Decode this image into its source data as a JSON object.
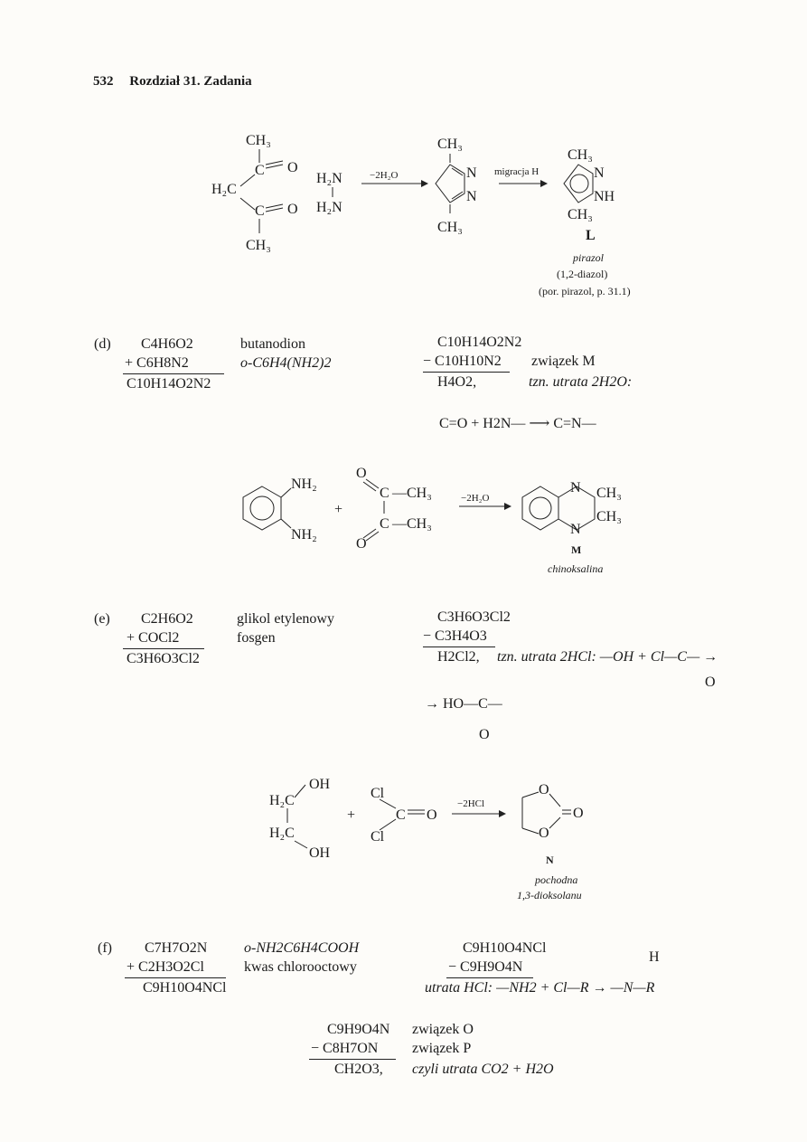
{
  "header": {
    "page_number": "532",
    "chapter": "Rozdział 31. Zadania"
  },
  "scheme1": {
    "reagent_ch3_top": "CH3",
    "reagent_h2c": "H2C",
    "reagent_o1": "O",
    "reagent_o2": "O",
    "reagent_ch3_bottom": "CH3",
    "hydrazine_top": "H2N",
    "hydrazine_bottom": "H2N",
    "arrow_label": "−2H2O",
    "migration_label": "migracja H",
    "compound_label": "L",
    "name": "pirazol",
    "name_alt": "(1,2-diazol)",
    "ref": "(por. pirazol, p. 31.1)"
  },
  "section_d": {
    "label": "(d)",
    "formulas": [
      "C4H6O2",
      "+ C6H8N2",
      "C10H14O2N2"
    ],
    "names": [
      "butanodion",
      "o-C6H4(NH2)2"
    ],
    "diff": [
      "C10H14O2N2",
      "− C10H10N2",
      "H4O2,"
    ],
    "compound_note": "związek M",
    "loss_note": "tzn. utrata 2H2O:",
    "condensation": "C=O + H2N— ⟶ C=N—",
    "arrow_label": "−2H2O",
    "compound_label": "M",
    "name": "chinoksalina"
  },
  "section_e": {
    "label": "(e)",
    "formulas": [
      "C2H6O2",
      "+ COCl2",
      "C3H6O3Cl2"
    ],
    "names": [
      "glikol etylenowy",
      "fosgen"
    ],
    "diff": [
      "C3H6O3Cl2",
      "− C3H4O3",
      "H2Cl2,"
    ],
    "loss_note": "tzn. utrata 2HCl: —OH + Cl—C— →",
    "carbonyl_o": "O",
    "product_line": "→ HO—C—",
    "arrow_label": "−2HCl",
    "compound_label": "N",
    "name": "pochodna",
    "name2": "1,3-dioksolanu"
  },
  "section_f": {
    "label": "(f)",
    "formulas": [
      "C7H7O2N",
      "+ C2H3O2Cl",
      "C9H10O4NCl"
    ],
    "names": [
      "o-NH2C6H4COOH",
      "kwas chlorooctowy"
    ],
    "diff": [
      "C9H10O4NCl",
      "− C9H9O4N"
    ],
    "loss_note": "utrata HCl: —NH2 + Cl—R → —N—R",
    "h_label": "H",
    "diff2": [
      "C9H9O4N",
      "− C8H7ON",
      "CH2O3,"
    ],
    "notes2": [
      "związek O",
      "związek P",
      "czyli utrata CO2 + H2O"
    ]
  }
}
